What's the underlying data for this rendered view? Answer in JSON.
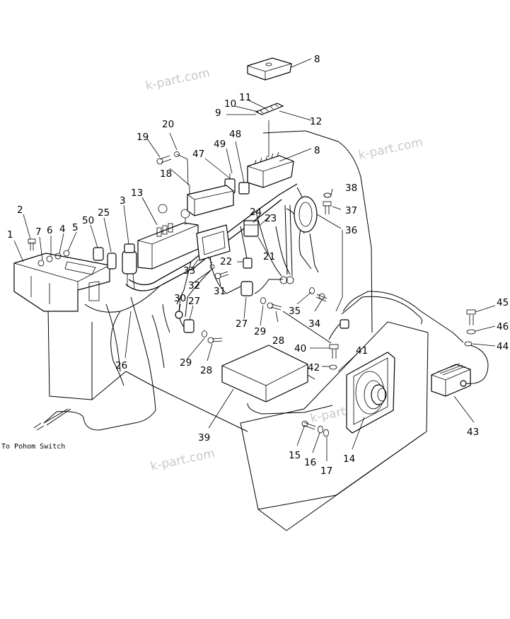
{
  "diagram": {
    "note": "To Pohom Switch",
    "watermarks": [
      "k-part.com",
      "k-part.com",
      "k-part.com",
      "k-part.com"
    ],
    "callouts": {
      "c1": "1",
      "c2": "2",
      "c3": "3",
      "c4": "4",
      "c5": "5",
      "c6": "6",
      "c7": "7",
      "c8a": "8",
      "c8b": "8",
      "c9": "9",
      "c10": "10",
      "c11": "11",
      "c12": "12",
      "c13": "13",
      "c14": "14",
      "c15": "15",
      "c16": "16",
      "c17": "17",
      "c18": "18",
      "c19": "19",
      "c20": "20",
      "c21": "21",
      "c22": "22",
      "c23": "23",
      "c24": "24",
      "c25": "25",
      "c26": "26",
      "c27a": "27",
      "c27b": "27",
      "c28a": "28",
      "c28b": "28",
      "c29a": "29",
      "c29b": "29",
      "c30": "30",
      "c31": "31",
      "c32": "32",
      "c33": "33",
      "c34": "34",
      "c35": "35",
      "c36": "36",
      "c37": "37",
      "c38": "38",
      "c39": "39",
      "c40": "40",
      "c41": "41",
      "c42": "42",
      "c43": "43",
      "c44": "44",
      "c45": "45",
      "c46": "46",
      "c47": "47",
      "c48": "48",
      "c49": "49",
      "c50": "50"
    }
  }
}
